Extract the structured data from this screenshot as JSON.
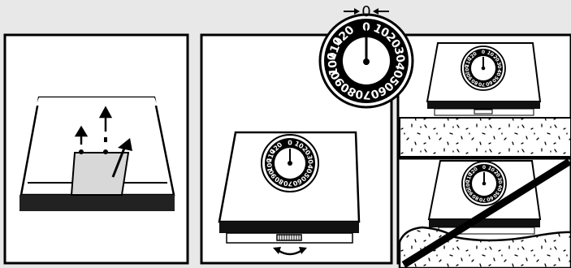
{
  "zero_indicator": "0",
  "dial": {
    "numbers_main": [
      "0",
      "10",
      "20",
      "30",
      "40",
      "50",
      "60",
      "70",
      "80",
      "90",
      "100",
      "110",
      "120"
    ],
    "numbers_small": [
      "0",
      "10",
      "20",
      "30",
      "40",
      "50",
      "60",
      "70",
      "80",
      "90",
      "100",
      "110",
      "120"
    ]
  },
  "colors": {
    "background": "#e8e8e8",
    "panel": "#ffffff",
    "stroke": "#000000",
    "scale_top_shade": "#d8d8d8"
  },
  "icons": {
    "zero_arrows": "arrows-pointing-to-zero",
    "adjust_arrow": "curved-double-arrow"
  }
}
